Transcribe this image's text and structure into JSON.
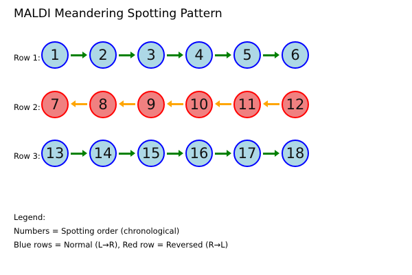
{
  "title": "MALDI Meandering Spotting Pattern",
  "rows": [
    {
      "label": "Row 1:",
      "direction": "right",
      "color_scheme": "blue",
      "circles": [
        "1",
        "2",
        "3",
        "4",
        "5",
        "6"
      ]
    },
    {
      "label": "Row 2:",
      "direction": "left",
      "color_scheme": "red",
      "circles": [
        "7",
        "8",
        "9",
        "10",
        "11",
        "12"
      ]
    },
    {
      "label": "Row 3:",
      "direction": "right",
      "color_scheme": "blue",
      "circles": [
        "13",
        "14",
        "15",
        "16",
        "17",
        "18"
      ]
    }
  ],
  "legend": {
    "heading": "Legend:",
    "line1": "Numbers = Spotting order (chronological)",
    "line2": "Blue rows = Normal (L→R), Red row = Reversed (R→L)"
  },
  "colors": {
    "blue_fill": "#ADD8E6",
    "blue_border": "#0000FF",
    "red_fill": "#F08080",
    "red_border": "#FF0000",
    "green_arrow": "#008000",
    "orange_arrow": "#FFA500"
  }
}
